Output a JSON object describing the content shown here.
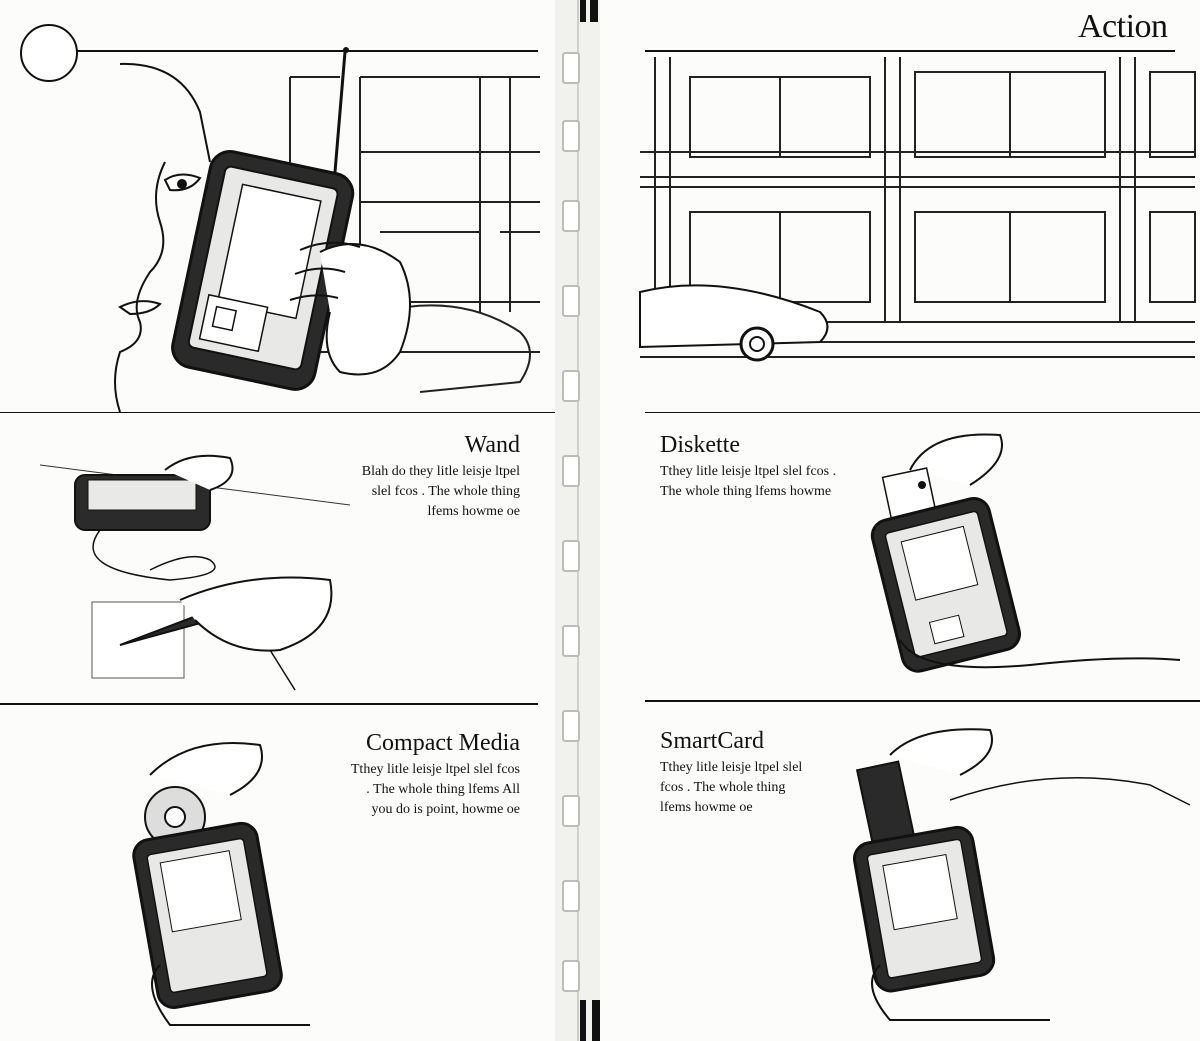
{
  "header": {
    "title": "Action"
  },
  "sections": {
    "wand": {
      "heading": "Wand",
      "body": [
        "Blah do they litle leisje ltpel",
        "slel fcos . The whole thing",
        "lfems howme oe"
      ]
    },
    "diskette": {
      "heading": "Diskette",
      "body": [
        "Tthey litle leisje ltpel slel fcos .",
        "The whole thing lfems howme"
      ]
    },
    "compact_media": {
      "heading": "Compact Media",
      "body": [
        "Tthey litle leisje ltpel slel fcos",
        ". The whole thing lfems All",
        "you do is point, howme oe"
      ]
    },
    "smartcard": {
      "heading": "SmartCard",
      "body": [
        "Tthey litle leisje ltpel slel",
        "fcos . The whole thing",
        "lfems howme oe"
      ]
    }
  }
}
